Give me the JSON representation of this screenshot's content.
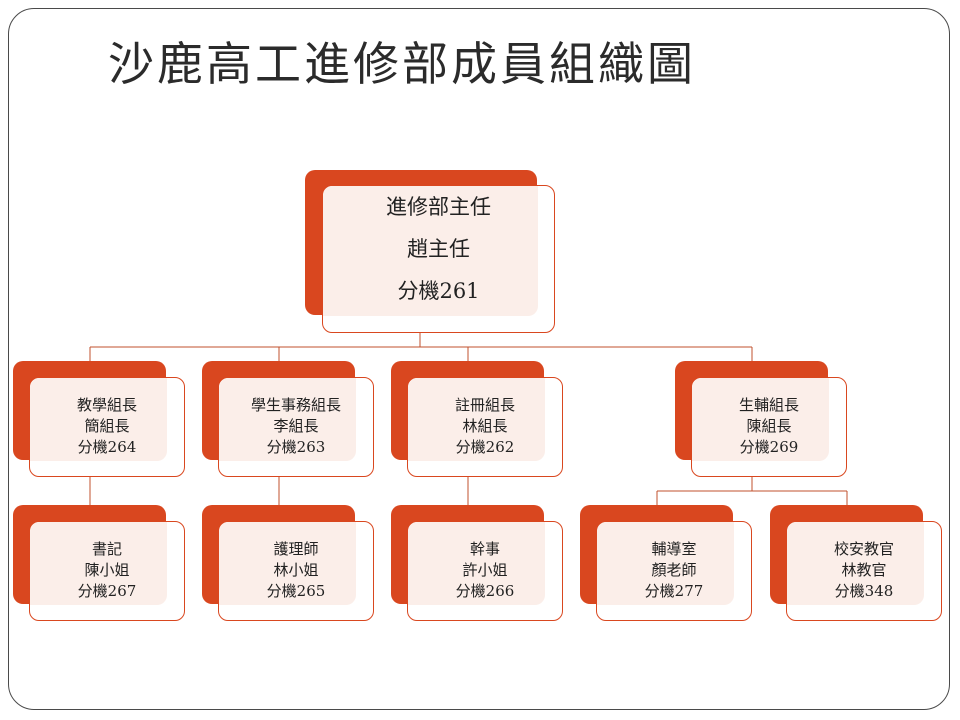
{
  "title": "沙鹿高工進修部成員組織圖",
  "nodes": {
    "director": {
      "lines": [
        "進修部主任",
        "趙主任",
        "分機261"
      ]
    },
    "teaching": {
      "lines": [
        "教學組長",
        "簡組長",
        "分機264"
      ]
    },
    "student_affairs": {
      "lines": [
        "學生事務組長",
        "李組長",
        "分機263"
      ]
    },
    "registration": {
      "lines": [
        "註冊組長",
        "林組長",
        "分機262"
      ]
    },
    "guidance": {
      "lines": [
        "生輔組長",
        "陳組長",
        "分機269"
      ]
    },
    "secretary": {
      "lines": [
        "書記",
        "陳小姐",
        "分機267"
      ]
    },
    "nurse": {
      "lines": [
        "護理師",
        "林小姐",
        "分機265"
      ]
    },
    "officer": {
      "lines": [
        "幹事",
        "許小姐",
        "分機266"
      ]
    },
    "counseling": {
      "lines": [
        "輔導室",
        "顏老師",
        "分機277"
      ]
    },
    "military": {
      "lines": [
        "校安教官",
        "林教官",
        "分機348"
      ]
    }
  },
  "colors": {
    "accent": "#d9471f",
    "tint": "#fbeee9",
    "connector": "#c0502e"
  }
}
